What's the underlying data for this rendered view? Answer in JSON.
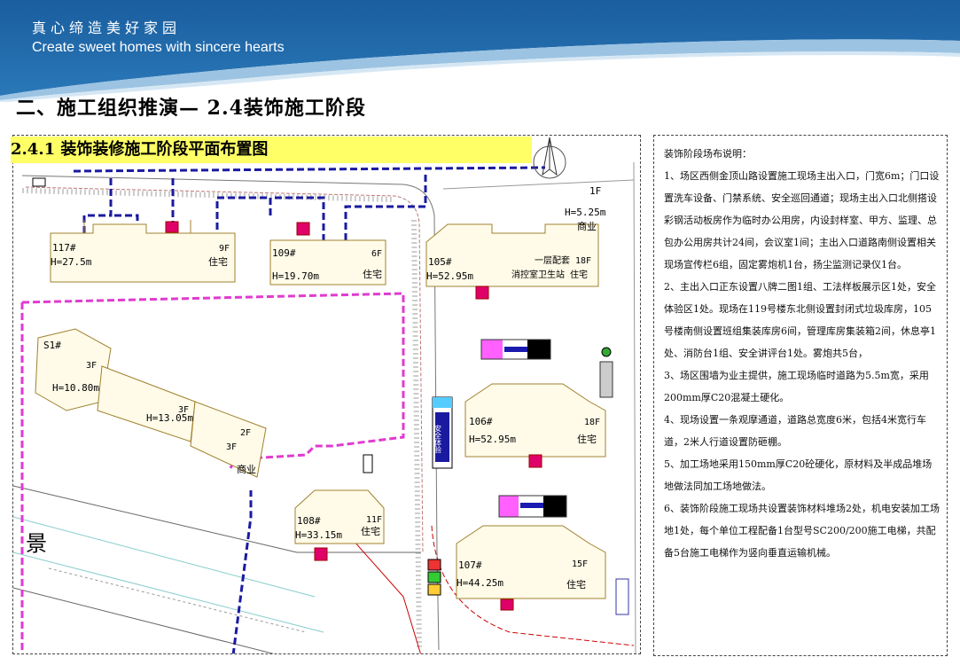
{
  "header": {
    "slogan_cn": "真心缔造美好家园",
    "slogan_en": "Create sweet homes with sincere hearts",
    "brand_blue": "#1565a8",
    "brand_light": "#7fb0d6"
  },
  "page_title": "二、施工组织推演— 2.4装饰施工阶段",
  "section_title": "2.4.1 装饰装修施工阶段平面布置图",
  "plan": {
    "label_1f": "1F",
    "label_h525": "H=5.25m",
    "label_shangye": "商业",
    "b117_no": "117#",
    "b117_h": "H=27.5m",
    "b117_f": "9F",
    "b117_use": "住宅",
    "b109_no": "109#",
    "b109_h": "H=19.70m",
    "b109_f": "6F",
    "b109_use": "住宅",
    "b105_no": "105#",
    "b105_h": "H=52.95m",
    "b105_top": "一层配套 18F",
    "b105_use": "消控室卫生站 住宅",
    "s1_no": "S1#",
    "s1_f": "3F",
    "s1_h": "H=10.80m",
    "s1_mid_h": "H=13.05m",
    "s1_mid_f": "3F",
    "s1_right_f": "2F",
    "s1_right_f2": "3F",
    "s1_use": "商业",
    "b106_no": "106#",
    "b106_h": "H=52.95m",
    "b106_f": "18F",
    "b106_use": "住宅",
    "b108_no": "108#",
    "b108_h": "H=33.15m",
    "b108_f": "11F",
    "b108_use": "住宅",
    "b107_no": "107#",
    "b107_h": "H=44.25m",
    "b107_f": "15F",
    "b107_use": "住宅",
    "landscape": "景",
    "legend_vertical": "安全体验"
  },
  "notes": {
    "heading": "装饰阶段场布说明：",
    "items": [
      "1、场区西侧金顶山路设置施工现场主出入口，门宽6m；门口设置洗车设备、门禁系统、安全巡回通道；现场主出入口北侧搭设彩钢活动板房作为临时办公用房，内设封样室、甲方、监理、总包办公用房共计24间，会议室1间；主出入口道路南侧设置相关现场宣传栏6组，固定雾炮机1台，扬尘监测记录仪1台。",
      "2、主出入口正东设置八牌二图1组、工法样板展示区1处，安全体验区1处。现场在119号楼东北侧设置封闭式垃圾库房，105号楼南侧设置班组集装库房6间，管理库房集装箱2间，休息亭1处、消防台1组、安全讲评台1处。雾炮共5台，",
      "3、场区围墙为业主提供，施工现场临时道路为5.5m宽，采用200mm厚C20混凝土硬化。",
      "4、现场设置一条观摩通道，道路总宽度6米，包括4米宽行车道，2米人行道设置防砸棚。",
      "5、加工场地采用150mm厚C20砼硬化，原材料及半成品堆场地做法同加工场地做法。",
      "6、装饰阶段施工现场共设置装饰材料堆场2处，机电安装加工场地1处，每个单位工程配备1台型号SC200/200施工电梯，共配备5台施工电梯作为竖向垂直运输机械。"
    ]
  }
}
